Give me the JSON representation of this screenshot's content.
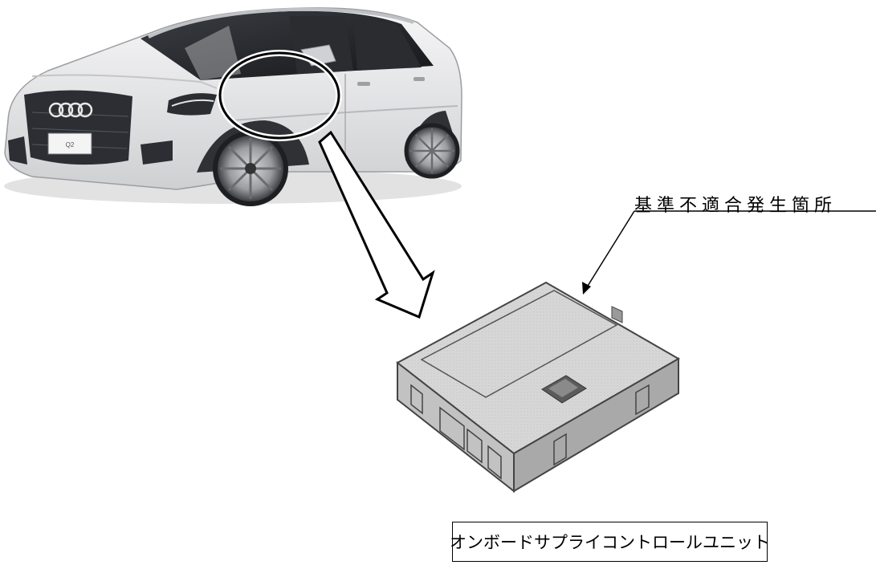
{
  "callout": {
    "label": "基準不適合発生箇所"
  },
  "part": {
    "name": "オンボードサプライコントロールユニット"
  },
  "vehicle": {
    "badge_plate": "Q2",
    "color": "#e9e9ea"
  }
}
